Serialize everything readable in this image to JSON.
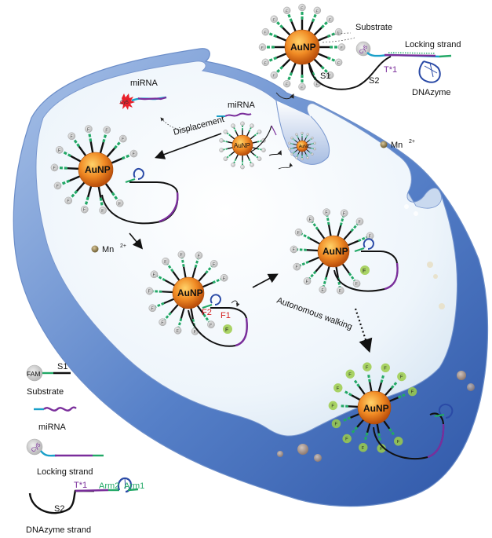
{
  "labels": {
    "substrate": "Substrate",
    "locking_strand": "Locking strand",
    "dnazyme": "DNAzyme",
    "s1": "S1",
    "s2": "S2",
    "t_star_1": "T*1",
    "cy5": "Cy5",
    "aunp": "AuNP",
    "mirna": "miRNA",
    "displacement": "Displacement",
    "mn": "Mn",
    "mn_sup": "2+",
    "f1": "F1",
    "f2": "F2",
    "f": "F",
    "autonomous_walking": "Autonomous walking"
  },
  "legend": {
    "fam": "FAM",
    "s1": "S1",
    "substrate": "Substrate",
    "mirna": "miRNA",
    "cy5": "Cy5",
    "locking_strand": "Locking strand",
    "s2": "S2",
    "t_star_1": "T*1",
    "arm2": "Arm2",
    "arm1": "Arm1",
    "dnazyme_strand": "DNAzyme strand"
  },
  "colors": {
    "cell_body": "#4f79c4",
    "cell_inner": "#eef5fb",
    "gold": "#e8731e",
    "strand_green": "#22a866",
    "strand_purple": "#7a2e9b",
    "strand_cyan": "#19a0c9",
    "dnazyme_blue": "#2a4aa6",
    "fam_green": "#9ccd4a",
    "f_label_red": "#d42020",
    "t_label_purple": "#7a2e9b",
    "arm_green": "#22a866"
  }
}
